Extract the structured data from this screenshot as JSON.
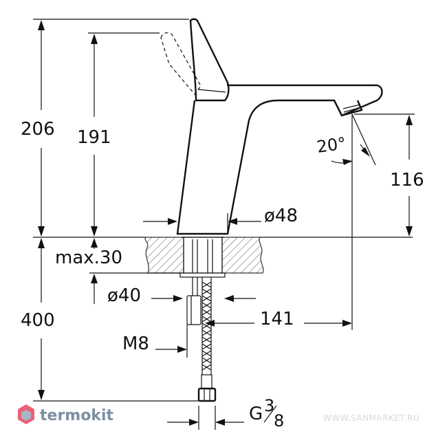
{
  "dimensions": {
    "total_height": "206",
    "lever_height": "191",
    "spout_height": "116",
    "spout_angle": "20°",
    "body_diameter": "ø48",
    "counter_thickness": "max.30",
    "hole_diameter": "ø40",
    "spout_reach": "141",
    "hose_length": "400",
    "thread": "M8",
    "connection": "G",
    "connection_fraction_num": "3",
    "connection_fraction_den": "8"
  },
  "branding": {
    "logo_text": "termokit",
    "logo_color": "#7d8fa3",
    "logo_accent": "#e8475f",
    "watermark": "WWW.SANMARKET.RU"
  }
}
